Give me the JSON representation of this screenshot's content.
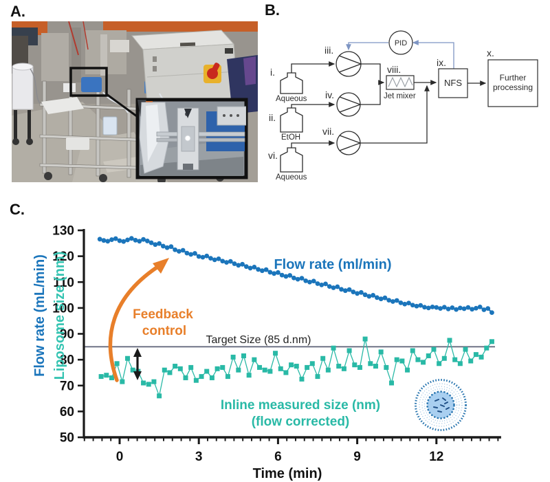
{
  "panels": {
    "a_label": "A.",
    "b_label": "B.",
    "c_label": "C."
  },
  "photo": {
    "description": "Continuous liposome manufacturing rig on stainless skid with inset close-up of inline sensor",
    "inset_present": true
  },
  "diagram": {
    "pid_label": "PID",
    "nfs_label": "NFS",
    "jet_mixer_label": "Jet mixer",
    "further_processing_line1": "Further",
    "further_processing_line2": "processing",
    "numerals": {
      "i": "i.",
      "ii": "ii.",
      "iii": "iii.",
      "iv": "iv.",
      "vi": "vi.",
      "vii": "vii.",
      "viii": "viii.",
      "ix": "ix.",
      "x": "x."
    },
    "bottles": {
      "i": "Aqueous",
      "ii": "EtOH",
      "vi": "Aqueous"
    },
    "feedback_line_color": "#7e95c3",
    "line_color": "#2b2b2b"
  },
  "chart_data": {
    "type": "scatter",
    "xlabel": "Time (min)",
    "ylabel_line1": "Flow rate (mL/min)",
    "ylabel_line2": "Liposome size (nm)",
    "xlim": [
      -1.35,
      14.45
    ],
    "ylim": [
      50,
      130
    ],
    "x_major_ticks": [
      0,
      3,
      6,
      9,
      12
    ],
    "x_minor_step": 0.3333,
    "y_ticks": [
      50,
      60,
      70,
      80,
      90,
      100,
      110,
      120,
      130
    ],
    "grid": false,
    "target_line": {
      "value": 85,
      "label": "Target Size (85 d.nm)",
      "color": "#666b7e"
    },
    "series": [
      {
        "name": "Flow rate (ml/min)",
        "marker": "circle",
        "color": "#1b75bb",
        "t_start": -0.75,
        "dt": 0.15,
        "values": [
          126.6,
          126.1,
          125.8,
          126.4,
          126.8,
          126.0,
          125.7,
          126.3,
          126.9,
          126.2,
          125.8,
          126.5,
          125.9,
          125.2,
          124.5,
          124.9,
          123.9,
          123.3,
          123.7,
          122.5,
          121.9,
          122.3,
          121.2,
          120.7,
          121.1,
          119.9,
          119.6,
          120.1,
          119.2,
          118.6,
          119.0,
          118.1,
          117.6,
          118.0,
          117.1,
          116.5,
          116.9,
          116.0,
          115.4,
          115.8,
          114.9,
          114.4,
          114.8,
          113.8,
          113.3,
          113.7,
          112.7,
          112.2,
          112.6,
          111.6,
          111.1,
          111.5,
          110.5,
          110.0,
          110.4,
          109.4,
          108.9,
          109.3,
          108.3,
          107.8,
          108.2,
          107.2,
          106.7,
          107.1,
          106.2,
          105.6,
          106.0,
          105.1,
          104.5,
          104.9,
          104.0,
          103.5,
          103.9,
          103.0,
          102.5,
          102.9,
          102.0,
          101.5,
          101.9,
          101.1,
          100.7,
          101.0,
          100.3,
          100.0,
          100.4,
          100.2,
          99.8,
          100.3,
          99.6,
          100.1,
          99.4,
          100.0,
          99.7,
          100.2,
          99.5,
          99.9,
          100.4,
          99.3,
          99.8,
          98.2
        ]
      },
      {
        "name": "Inline measured size (nm) (flow corrected)",
        "marker": "square",
        "color": "#29b9a6",
        "t_start": -0.7,
        "dt": 0.2,
        "values": [
          73.5,
          74.0,
          73.0,
          78.5,
          71.5,
          80.5,
          76.0,
          75.5,
          71.0,
          70.5,
          71.5,
          66.0,
          76.0,
          75.0,
          77.5,
          76.5,
          73.0,
          77.0,
          72.0,
          73.5,
          75.5,
          73.0,
          76.5,
          77.0,
          73.5,
          81.0,
          76.0,
          81.5,
          74.0,
          80.0,
          77.0,
          76.0,
          75.5,
          82.5,
          76.5,
          75.0,
          78.0,
          77.5,
          72.5,
          77.0,
          78.5,
          73.5,
          80.5,
          76.0,
          84.5,
          77.5,
          76.5,
          83.5,
          78.0,
          77.0,
          88.0,
          78.5,
          77.5,
          83.0,
          77.0,
          71.0,
          80.0,
          79.5,
          76.0,
          83.5,
          80.0,
          79.0,
          81.5,
          84.0,
          78.5,
          80.5,
          87.5,
          80.0,
          78.5,
          84.0,
          79.5,
          82.0,
          81.0,
          84.5,
          87.0
        ]
      }
    ],
    "annotations": {
      "flow_label": "Flow rate (ml/min)",
      "feedback_line1": "Feedback",
      "feedback_line2": "control",
      "size_label_line1": "Inline measured size (nm)",
      "size_label_line2": "(flow corrected)",
      "feedback_color": "#e87f2a"
    },
    "legend_position": "in-plot text labels",
    "colors": {
      "flow": "#1b75bb",
      "size": "#29b9a6",
      "accent_orange": "#e87f2a",
      "axis": "#1a1a1a"
    }
  }
}
